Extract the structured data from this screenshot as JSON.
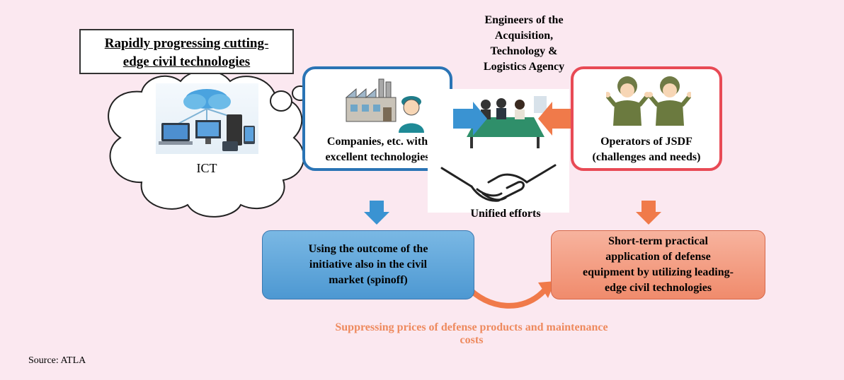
{
  "title": "Rapidly progressing cutting-edge civil technologies",
  "title_lines": [
    "Rapidly progressing cutting-",
    "edge civil technologies"
  ],
  "ict_label": "ICT",
  "companies_lines": [
    "Companies, etc. with",
    "excellent technologies"
  ],
  "agency_lines": [
    "Engineers of the",
    "Acquisition,",
    "Technology &",
    "Logistics Agency"
  ],
  "operators_lines": [
    "Operators of JSDF",
    "(challenges and needs)"
  ],
  "unified_label": "Unified efforts",
  "spinoff_lines": [
    "Using the outcome of the",
    "initiative also in the civil",
    "market (spinoff)"
  ],
  "application_lines": [
    "Short-term practical",
    "application of defense",
    "equipment by utilizing leading-",
    "edge civil technologies"
  ],
  "suppress_label": "Suppressing prices of defense products and maintenance costs",
  "source_label": "Source: ATLA",
  "colors": {
    "background": "#fbe8f0",
    "blue": "#2a74b5",
    "red": "#e84a55",
    "blue_arrow": "#3a93d2",
    "orange_arrow": "#f07a4a",
    "suppress_text": "#ee8a5e"
  },
  "icons": [
    "thought-cloud-icon",
    "ict-devices-icon",
    "factory-icon",
    "worker-icon",
    "meeting-icon",
    "soldier-icon",
    "handshake-icon"
  ]
}
